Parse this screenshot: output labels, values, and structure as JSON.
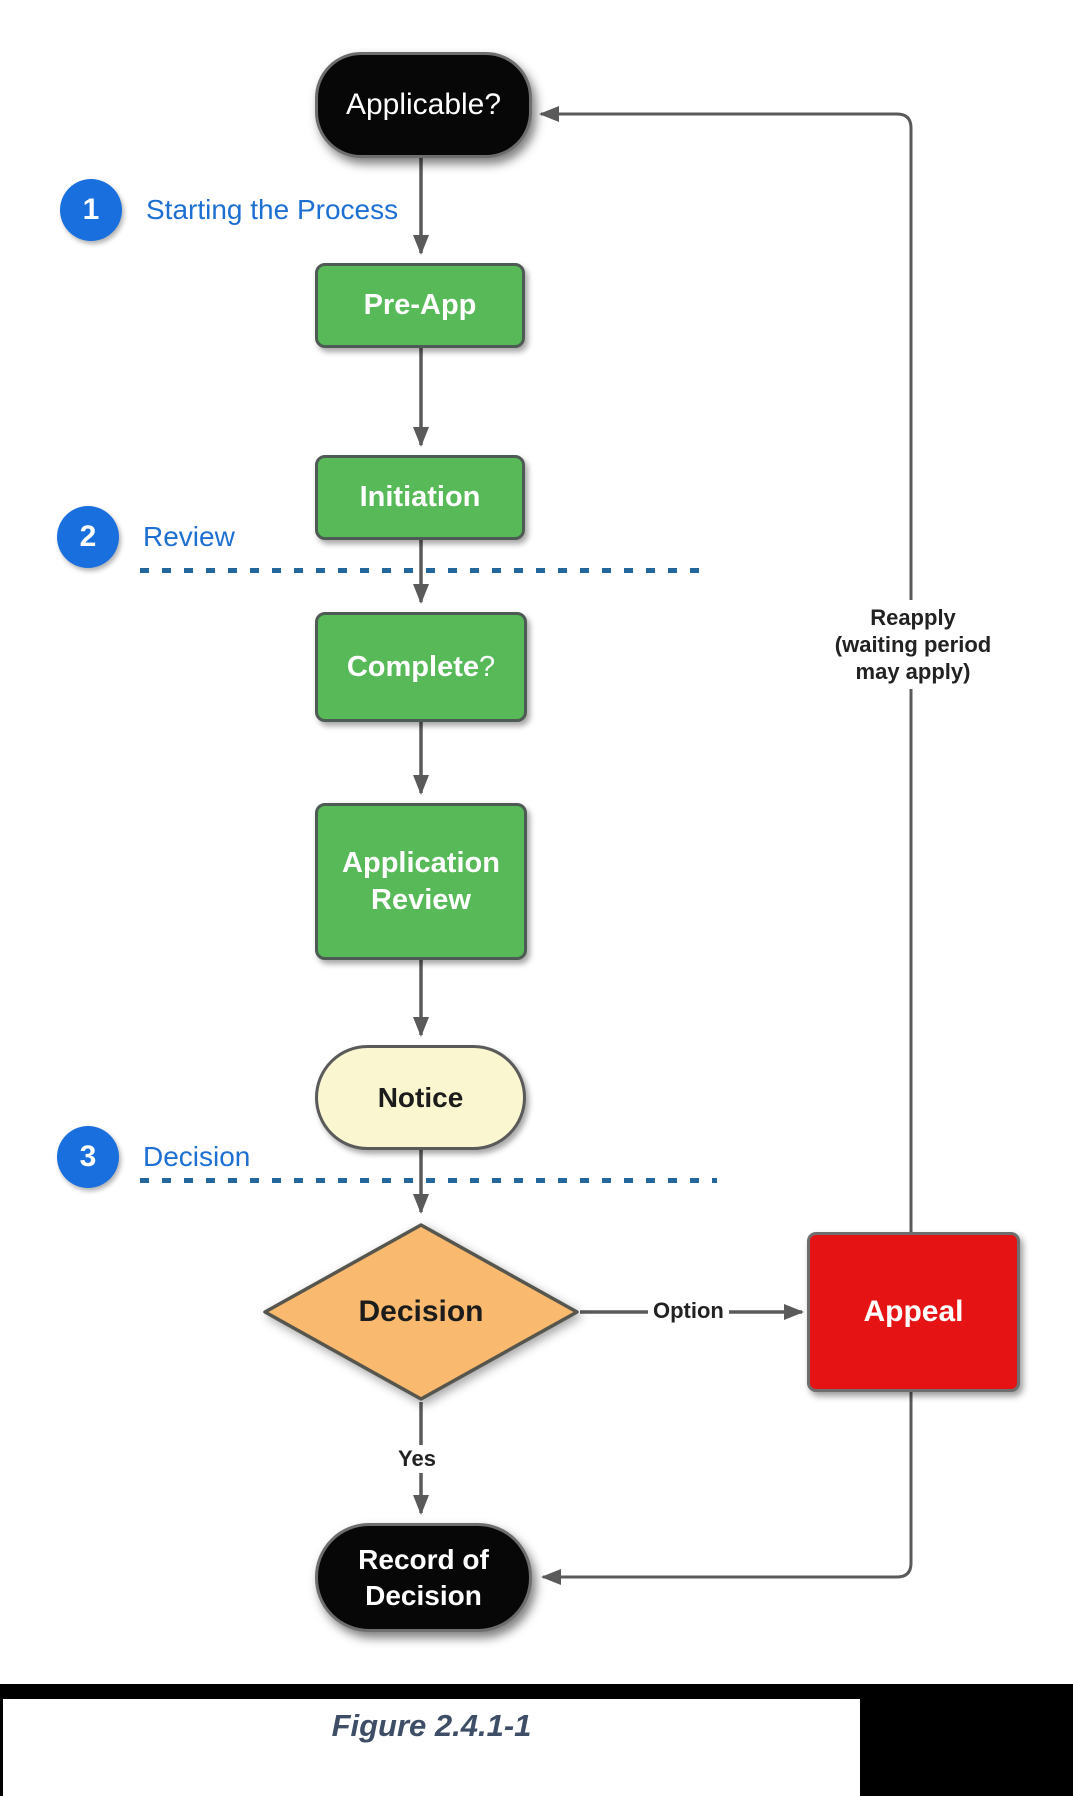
{
  "nodes": {
    "applicable": {
      "label": "Applicable?"
    },
    "pre_app": {
      "label": "Pre-App"
    },
    "initiation": {
      "label": "Initiation"
    },
    "complete": {
      "word": "Complete",
      "mark": "?"
    },
    "application_review": {
      "line1": "Application",
      "line2": "Review"
    },
    "notice": {
      "label": "Notice"
    },
    "decision": {
      "label": "Decision"
    },
    "appeal": {
      "label": "Appeal"
    },
    "record_of_decision": {
      "line1": "Record of",
      "line2": "Decision"
    }
  },
  "edges": {
    "yes": "Yes",
    "option": "Option",
    "reapply": {
      "line1": "Reapply",
      "line2": "(waiting period",
      "line3": "may apply)"
    }
  },
  "steps": [
    {
      "number": "1",
      "label": "Starting the Process"
    },
    {
      "number": "2",
      "label": "Review"
    },
    {
      "number": "3",
      "label": "Decision"
    }
  ],
  "figure": {
    "caption": "Figure 2.4.1-1"
  },
  "colors": {
    "green": "#57b958",
    "green_border": "#4e5b54",
    "black_node": "#070707",
    "node_border_gray": "#6e6e6e",
    "cream": "#faf6d0",
    "orange": "#f9b96e",
    "red": "#e51313",
    "line": "#5a5a5a",
    "dotted": "#23679d",
    "badge_blue": "#1a6fde",
    "badge_text": "#1e6fd2",
    "caption": "#3d4e66"
  }
}
